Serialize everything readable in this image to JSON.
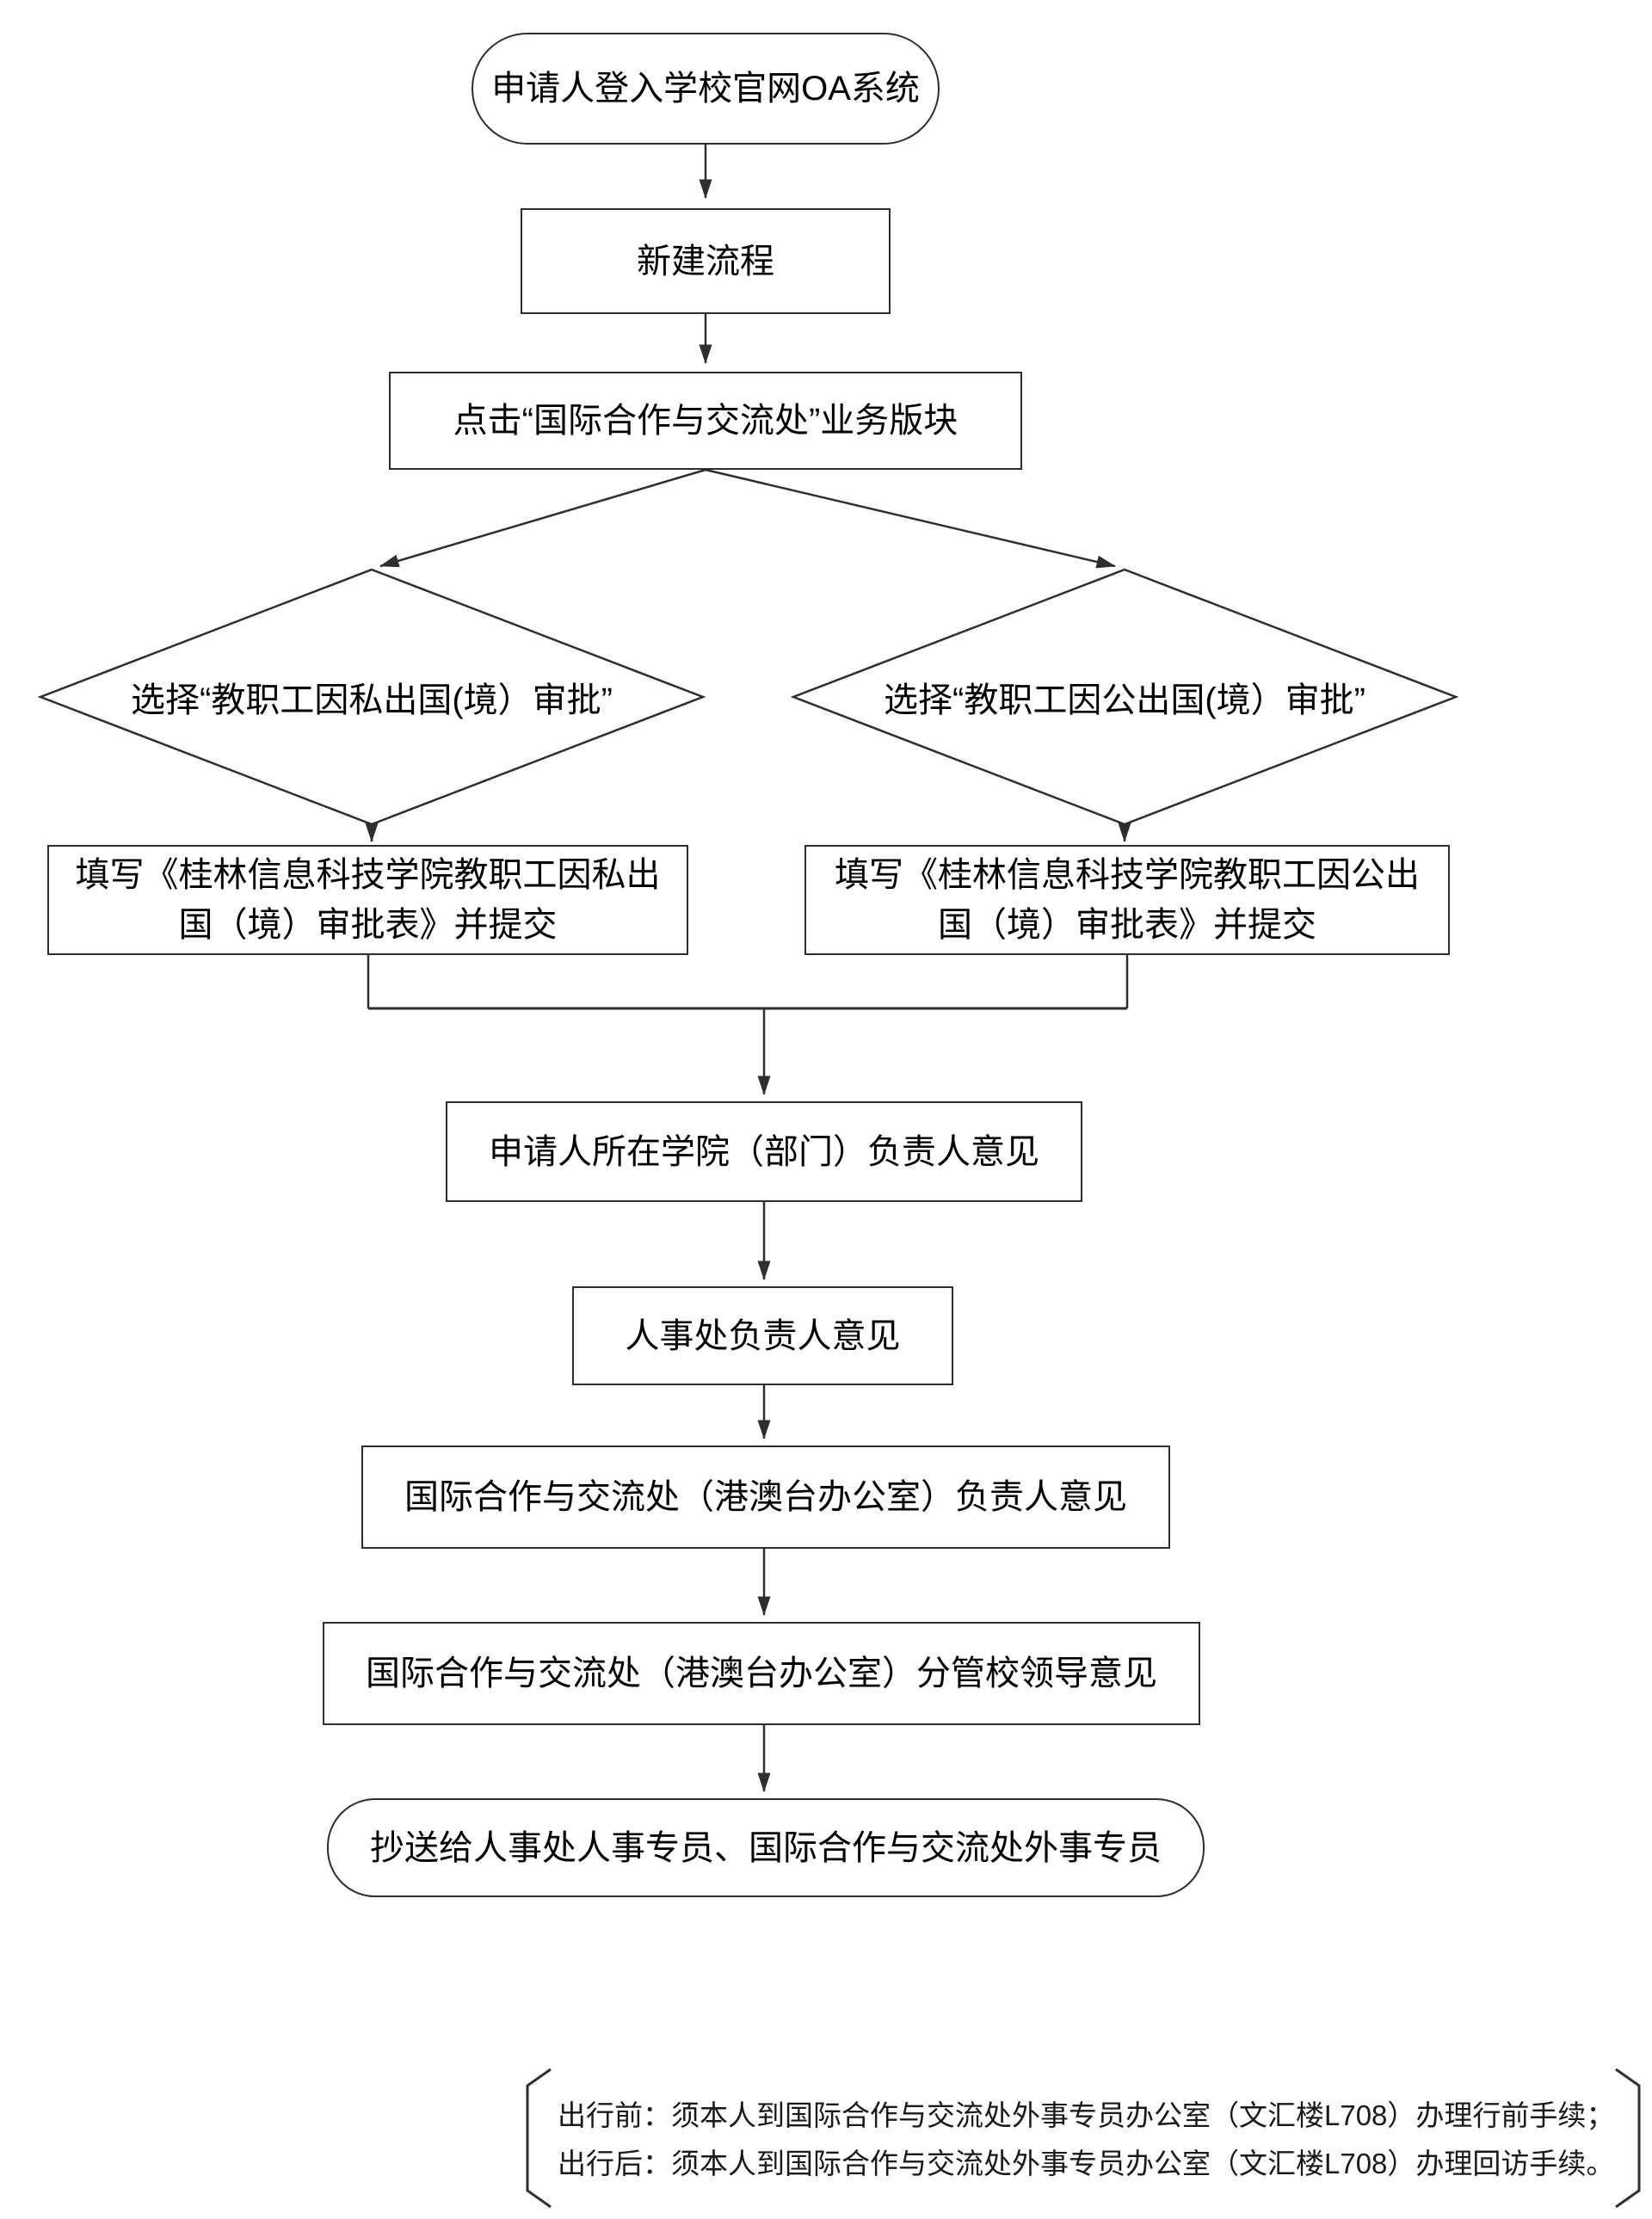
{
  "flowchart": {
    "nodes": {
      "start": {
        "label": "申请人登入学校官网OA系统"
      },
      "new_process": {
        "label": "新建流程"
      },
      "click_module": {
        "label": "点击“国际合作与交流处”业务版块"
      },
      "decision_private": {
        "label": "选择“教职工因私出国(境）审批”"
      },
      "decision_public": {
        "label": "选择“教职工因公出国(境）审批”"
      },
      "fill_private": {
        "label": "填写《桂林信息科技学院教职工因私出国（境）审批表》并提交"
      },
      "fill_public": {
        "label": "填写《桂林信息科技学院教职工因公出国（境）审批表》并提交"
      },
      "dept_head": {
        "label": "申请人所在学院（部门）负责人意见"
      },
      "hr_head": {
        "label": "人事处负责人意见"
      },
      "intl_office_head": {
        "label": "国际合作与交流处（港澳台办公室）负责人意见"
      },
      "school_leader": {
        "label": "国际合作与交流处（港澳台办公室）分管校领导意见"
      },
      "copy_to": {
        "label": "抄送给人事处人事专员、国际合作与交流处外事专员"
      }
    },
    "note": {
      "line1": "出行前：须本人到国际合作与交流处外事专员办公室（文汇楼L708）办理行前手续；",
      "line2": "出行后：须本人到国际合作与交流处外事专员办公室（文汇楼L708）办理回访手续。"
    },
    "colors": {
      "stroke": "#2e2e2e",
      "text": "#000000",
      "background": "#ffffff"
    }
  }
}
